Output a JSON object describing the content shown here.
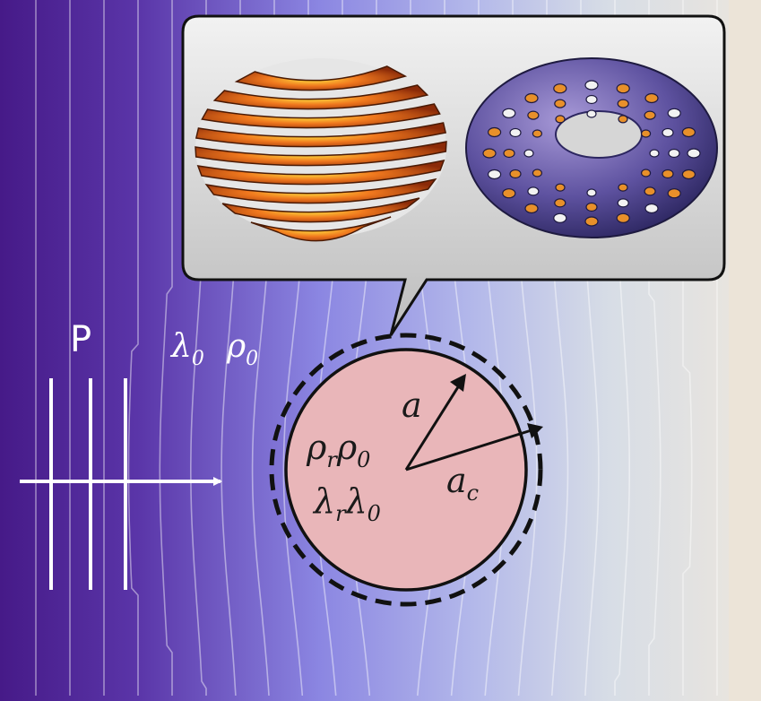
{
  "wave": {
    "label": "P"
  },
  "background_medium": {
    "lambda": "λ",
    "lambda_sub": "0",
    "rho": "ρ",
    "rho_sub": "0"
  },
  "scatterer": {
    "rho": "ρ",
    "rho_sub": "r",
    "rho0": "ρ",
    "rho0_sub": "0",
    "lambda": "λ",
    "lambda_sub": "r",
    "lambda0": "λ",
    "lambda0_sub": "0",
    "inner_radius": "a",
    "cloak_radius": "a",
    "cloak_radius_sub": "c"
  },
  "inset": {
    "items": [
      "striped-sphere",
      "perforated-torus"
    ]
  },
  "colors": {
    "field_left": "#4a1f8e",
    "field_mid": "#8a86e0",
    "field_right": "#e8e3dc",
    "scatterer_fill": "#e8b4b8",
    "inset_bg": "#dcdcdc"
  }
}
